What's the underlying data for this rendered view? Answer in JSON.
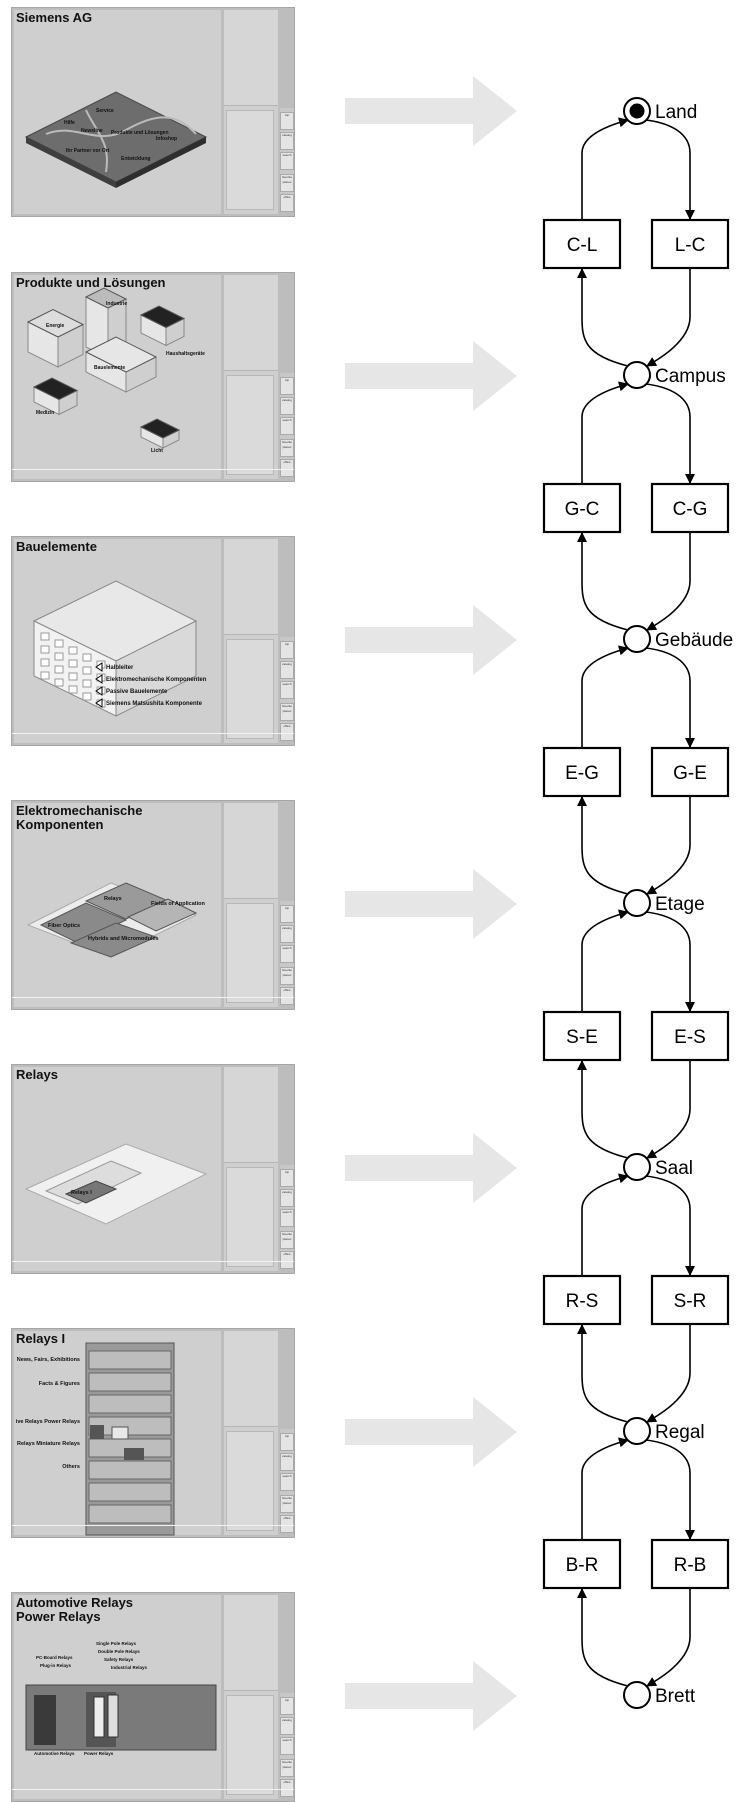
{
  "panels": [
    {
      "title": "Siemens AG",
      "labels": [
        "Service",
        "Hilfe",
        "Newsline",
        "Produkte und Lösungen",
        "Infoshop",
        "Ihr Partner vor Ort",
        "Entwicklung"
      ]
    },
    {
      "title": "Produkte und Lösungen",
      "labels": [
        "Industrie",
        "Energie",
        "Haushaltsgeräte",
        "Bauelemente",
        "Medizin",
        "Licht"
      ]
    },
    {
      "title": "Bauelemente",
      "labels": [
        "Halbleiter",
        "Elektromechanische Komponenten",
        "Passive Bauelemente",
        "Siemens Matsushita Komponente"
      ]
    },
    {
      "title": "Elektromechanische\nKomponenten",
      "labels": [
        "Relays",
        "Fields of Application",
        "Fiber Optics",
        "Hybrids and Micromodules"
      ]
    },
    {
      "title": "Relays",
      "labels": [
        "Relays I"
      ]
    },
    {
      "title": "Relays I",
      "labels": [
        "News, Fairs, Exhibitions",
        "Facts & Figures",
        "Automotive Relays Power Relays",
        "Small Relays Miniature Relays",
        "Others"
      ]
    },
    {
      "title": "Automotive Relays\nPower Relays",
      "labels": [
        "PC-Board Relays",
        "Plug-in Relays",
        "Single Pole Relays",
        "Double Pole Relays",
        "Safety Relays",
        "Industrial Relays",
        "Automotive Relays",
        "Power Relays"
      ]
    }
  ],
  "sidebar_buttons": [
    "top",
    "catalog",
    "search",
    "favorite places",
    "office"
  ],
  "petri_net": {
    "places": [
      "Land",
      "Campus",
      "Gebäude",
      "Etage",
      "Saal",
      "Regal",
      "Brett"
    ],
    "transitions": [
      [
        "C-L",
        "L-C"
      ],
      [
        "G-C",
        "C-G"
      ],
      [
        "E-G",
        "G-E"
      ],
      [
        "S-E",
        "E-S"
      ],
      [
        "R-S",
        "S-R"
      ],
      [
        "B-R",
        "R-B"
      ]
    ],
    "marked_place": "Land"
  },
  "colors": {
    "arrow": "#e6e6e6",
    "panel_bg": "#cfcfcf",
    "frame": "#bdbdbd",
    "ink": "#000000"
  }
}
